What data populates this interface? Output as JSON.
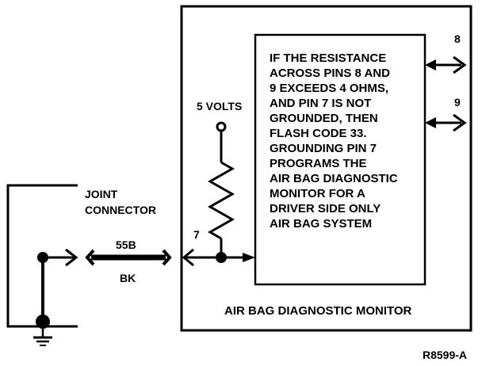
{
  "labels": {
    "supply_voltage": "5 VOLTS",
    "joint_connector_line1": "JOINT",
    "joint_connector_line2": "CONNECTOR",
    "circuit_number": "55B",
    "wire_color": "BK",
    "pin_7": "7",
    "pin_8": "8",
    "pin_9": "9",
    "module_name": "AIR BAG DIAGNOSTIC MONITOR",
    "figure_id": "R8599-A"
  },
  "logic_note": [
    "IF THE RESISTANCE",
    "ACROSS PINS 8 AND",
    "9 EXCEEDS 4 OHMS,",
    "AND PIN 7 IS NOT",
    "GROUNDED, THEN",
    "FLASH CODE 33.",
    "GROUNDING PIN 7",
    "PROGRAMS THE",
    "AIR BAG DIAGNOSTIC",
    "MONITOR FOR A",
    "DRIVER SIDE ONLY",
    "AIR BAG SYSTEM"
  ],
  "colors": {
    "ink": "#000000",
    "paper": "#ffffff"
  }
}
